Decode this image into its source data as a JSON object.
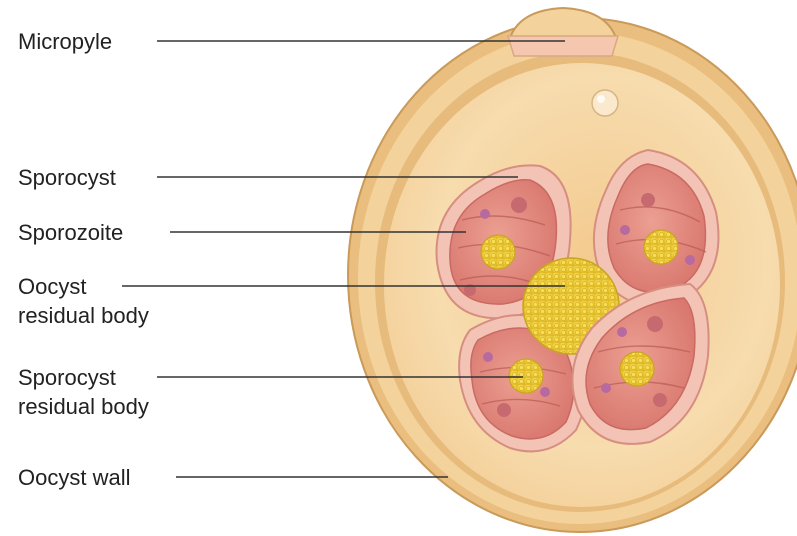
{
  "labels": {
    "micropyle": "Micropyle",
    "sporocyst": "Sporocyst",
    "sporozoite": "Sporozoite",
    "oocyst_residual_body": [
      "Oocyst",
      "residual body"
    ],
    "sporocyst_residual_body": [
      "Sporocyst",
      "residual body"
    ],
    "oocyst_wall": "Oocyst wall"
  },
  "colors": {
    "wall_outer": "#e6b873",
    "wall_fill": "#f4d3a0",
    "interior": "#f7dcae",
    "interior_shade": "#eec48a",
    "micropyle": "#f3c9b0",
    "sporocyst_outer": "#f2bdb2",
    "sporocyst_inner": "#e38d84",
    "sporozoite_stripe": "#cf6d68",
    "residual": "#f2d23a",
    "residual_dot": "#fff5a8",
    "leader_line": "#333333",
    "text": "#222222"
  }
}
